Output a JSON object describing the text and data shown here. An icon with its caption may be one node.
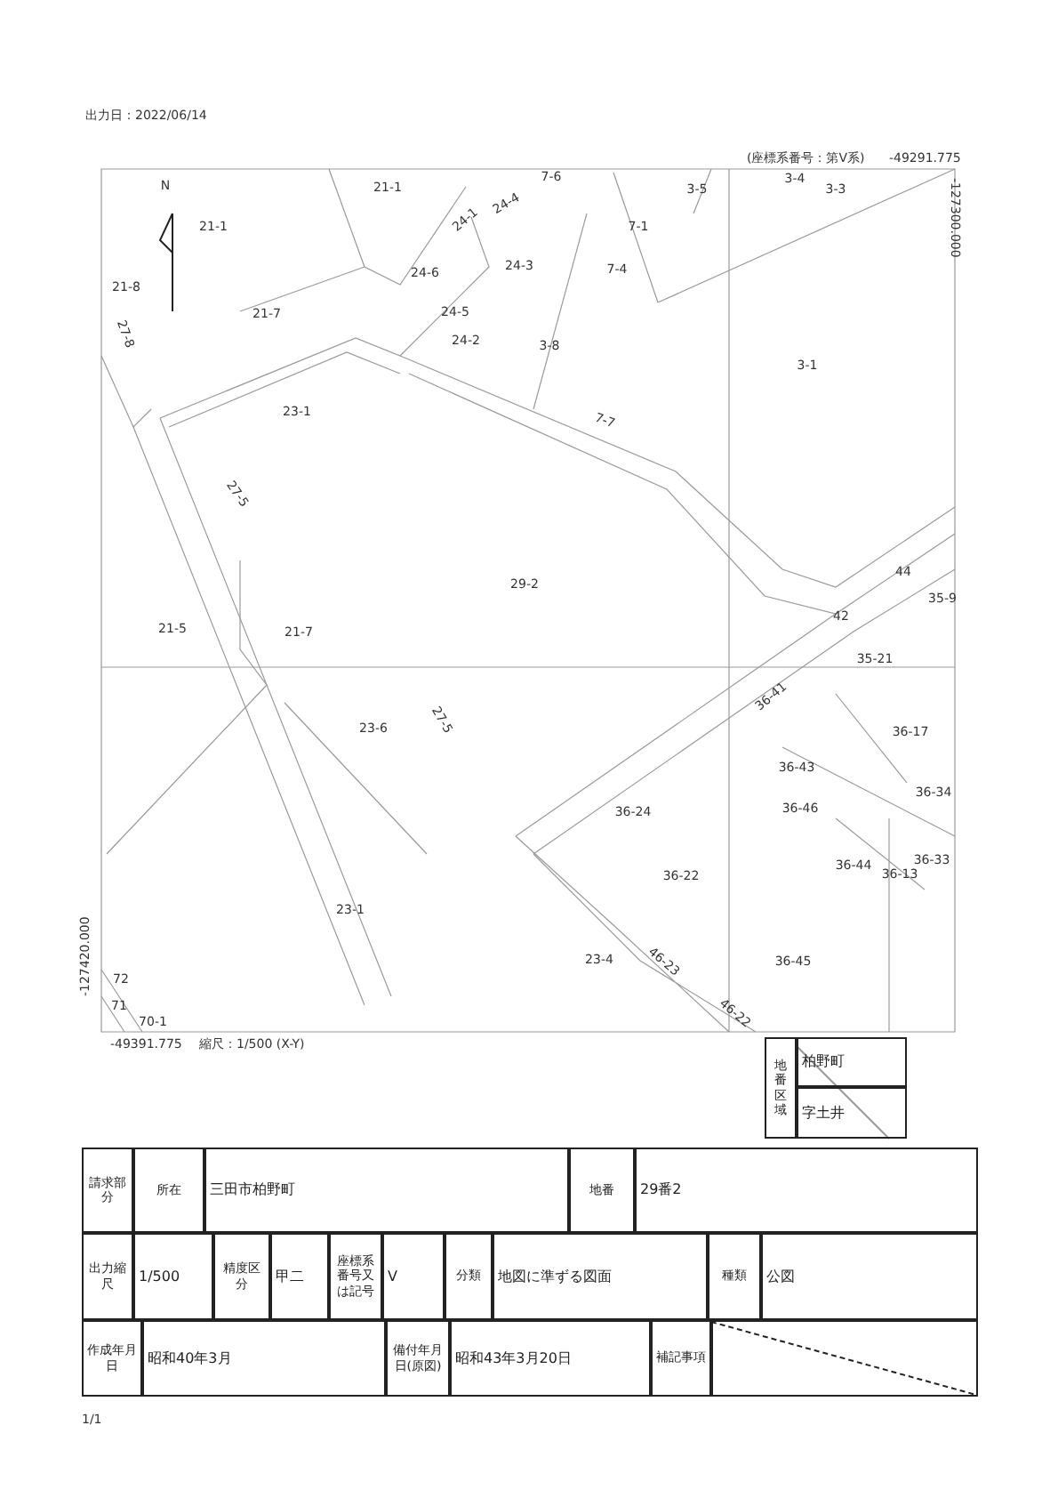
{
  "diagram": {
    "labels": [
      "出力日：2022/06/14",
      "(座標系番号：第V系)",
      "-49291.775",
      "-127300.000",
      "N",
      "21-1",
      "21-1",
      "21-8",
      "27-8",
      "21-7",
      "23-1",
      "24-1",
      "24-4",
      "7-6",
      "24-6",
      "24-3",
      "24-5",
      "24-2",
      "7-4",
      "3-8",
      "7-1",
      "3-5",
      "3-4",
      "3-3",
      "3-1",
      "7-7",
      "27-5",
      "29-2",
      "21-5",
      "21-7",
      "27-5",
      "23-6",
      "44",
      "35-9",
      "42",
      "35-21",
      "36-41",
      "36-17",
      "36-43",
      "36-34",
      "36-24",
      "36-46",
      "36-22",
      "36-44",
      "36-13",
      "36-33",
      "23-1",
      "23-4",
      "46-23",
      "36-45",
      "46-22",
      "72",
      "71",
      "70-1",
      "-127420.000",
      "-49391.775",
      "縮尺：1/500 (X-Y)",
      "地番区域",
      "柏野町",
      "字土井",
      "請求部分",
      "所在",
      "三田市柏野町",
      "地番",
      "29番2",
      "出力縮尺",
      "1/500",
      "精度区分",
      "甲二",
      "座標系番号又は記号",
      "V",
      "分類",
      "地図に準ずる図面",
      "種類",
      "公図",
      "作成年月日",
      "昭和40年3月",
      "備付年月日(原図)",
      "昭和43年3月20日",
      "補記事項",
      "1/1"
    ]
  }
}
